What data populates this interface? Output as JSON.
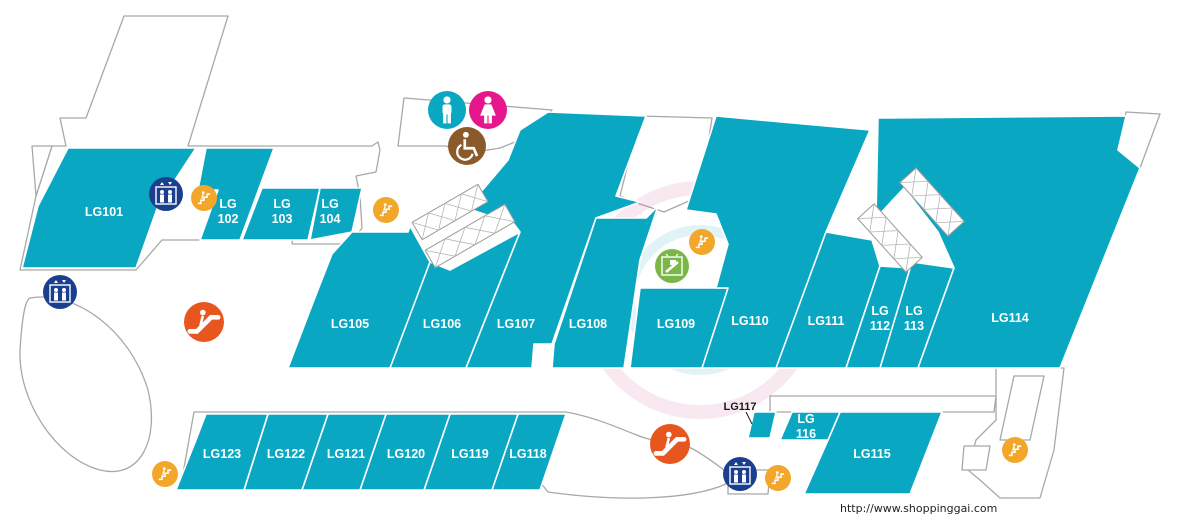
{
  "units": [
    {
      "id": "LG101",
      "lines": [
        "LG101"
      ]
    },
    {
      "id": "LG102",
      "lines": [
        "LG",
        "102"
      ]
    },
    {
      "id": "LG103",
      "lines": [
        "LG",
        "103"
      ]
    },
    {
      "id": "LG104",
      "lines": [
        "LG",
        "104"
      ]
    },
    {
      "id": "LG105",
      "lines": [
        "LG105"
      ]
    },
    {
      "id": "LG106",
      "lines": [
        "LG106"
      ]
    },
    {
      "id": "LG107",
      "lines": [
        "LG107"
      ]
    },
    {
      "id": "LG108",
      "lines": [
        "LG108"
      ]
    },
    {
      "id": "LG109",
      "lines": [
        "LG109"
      ]
    },
    {
      "id": "LG110",
      "lines": [
        "LG110"
      ]
    },
    {
      "id": "LG111",
      "lines": [
        "LG111"
      ]
    },
    {
      "id": "LG112",
      "lines": [
        "LG",
        "112"
      ]
    },
    {
      "id": "LG113",
      "lines": [
        "LG",
        "113"
      ]
    },
    {
      "id": "LG114",
      "lines": [
        "LG114"
      ]
    },
    {
      "id": "LG115",
      "lines": [
        "LG115"
      ]
    },
    {
      "id": "LG116",
      "lines": [
        "LG",
        "116"
      ]
    },
    {
      "id": "LG117",
      "lines": [
        "LG117"
      ]
    },
    {
      "id": "LG118",
      "lines": [
        "LG118"
      ]
    },
    {
      "id": "LG119",
      "lines": [
        "LG119"
      ]
    },
    {
      "id": "LG120",
      "lines": [
        "LG120"
      ]
    },
    {
      "id": "LG121",
      "lines": [
        "LG121"
      ]
    },
    {
      "id": "LG122",
      "lines": [
        "LG122"
      ]
    },
    {
      "id": "LG123",
      "lines": [
        "LG123"
      ]
    }
  ],
  "icons": [
    {
      "name": "male-restroom-icon",
      "type": "male",
      "color": "#0aa7c2"
    },
    {
      "name": "female-restroom-icon",
      "type": "female",
      "color": "#e6168c"
    },
    {
      "name": "accessible-restroom-icon",
      "type": "wheelchair",
      "color": "#8b5a2b"
    },
    {
      "name": "elevator-icon",
      "type": "elevator",
      "color": "#1b3f8f"
    },
    {
      "name": "elevator-icon",
      "type": "elevator",
      "color": "#1b3f8f"
    },
    {
      "name": "elevator-icon",
      "type": "elevator",
      "color": "#1b3f8f"
    },
    {
      "name": "stairs-icon",
      "type": "stairs",
      "color": "#f2a72b"
    },
    {
      "name": "stairs-icon",
      "type": "stairs",
      "color": "#f2a72b"
    },
    {
      "name": "stairs-icon",
      "type": "stairs",
      "color": "#f2a72b"
    },
    {
      "name": "stairs-icon",
      "type": "stairs",
      "color": "#f2a72b"
    },
    {
      "name": "stairs-icon",
      "type": "stairs",
      "color": "#f2a72b"
    },
    {
      "name": "stairs-icon",
      "type": "stairs",
      "color": "#f2a72b"
    },
    {
      "name": "escalator-icon",
      "type": "escalator",
      "color": "#e8561f"
    },
    {
      "name": "escalator-icon",
      "type": "escalator",
      "color": "#e8561f"
    },
    {
      "name": "freight-lift-icon",
      "type": "freight",
      "color": "#7ab648"
    }
  ],
  "footer": {
    "url": "http://www.shoppinggai.com"
  },
  "colors": {
    "unit": "#0aa7c2",
    "outline": "#a8a8a8",
    "background": "#ffffff"
  }
}
